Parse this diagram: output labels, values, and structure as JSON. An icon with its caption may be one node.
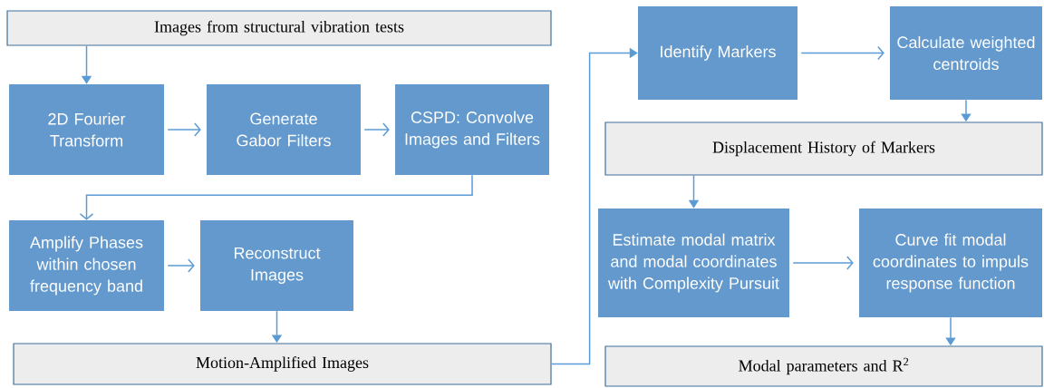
{
  "diagram": {
    "nodes": [
      {
        "text": [
          "Images from structural vibration tests"
        ]
      },
      {
        "text": [
          "2D Fourier Transform"
        ]
      },
      {
        "text": [
          "Generate Gabor Filters"
        ]
      },
      {
        "text": [
          "CSPD: Convolve Images and Filters"
        ]
      },
      {
        "text": [
          "Amplify Phases within chosen frequency band"
        ]
      },
      {
        "text": [
          "Reconstruct Images"
        ]
      },
      {
        "text": [
          "Motion-Amplified Images"
        ]
      },
      {
        "text": [
          "Identify Markers"
        ]
      },
      {
        "text": [
          "Calculate weighted centroids"
        ]
      },
      {
        "text": [
          "Displacement History of Markers"
        ]
      },
      {
        "text": [
          "Estimate modal matrix and modal coordinates with Complexity Pursuit"
        ]
      },
      {
        "text": [
          "Curve fit modal coordinates to impuls response function"
        ]
      },
      {
        "text": [
          "Modal parameters and R$^{2}$"
        ]
      }
    ],
    "edges": [
      {
        "from": 0,
        "to": 1,
        "arrow": "to"
      },
      {
        "from": 1,
        "to": 2,
        "arrow": "to"
      },
      {
        "from": 2,
        "to": 3,
        "arrow": "to"
      },
      {
        "from": 3,
        "to": 4,
        "arrow": "to"
      },
      {
        "from": 4,
        "to": 5,
        "arrow": "to"
      },
      {
        "from": 5,
        "to": 6,
        "arrow": "to"
      },
      {
        "from": 6,
        "to": 7,
        "arrow": "to"
      },
      {
        "from": 7,
        "to": 8,
        "arrow": "to"
      },
      {
        "from": 8,
        "to": 9,
        "arrow": "to"
      },
      {
        "from": 9,
        "to": 10,
        "arrow": "to"
      },
      {
        "from": 10,
        "to": 11,
        "arrow": "to"
      },
      {
        "from": 11,
        "to": 12,
        "arrow": "to"
      }
    ]
  }
}
